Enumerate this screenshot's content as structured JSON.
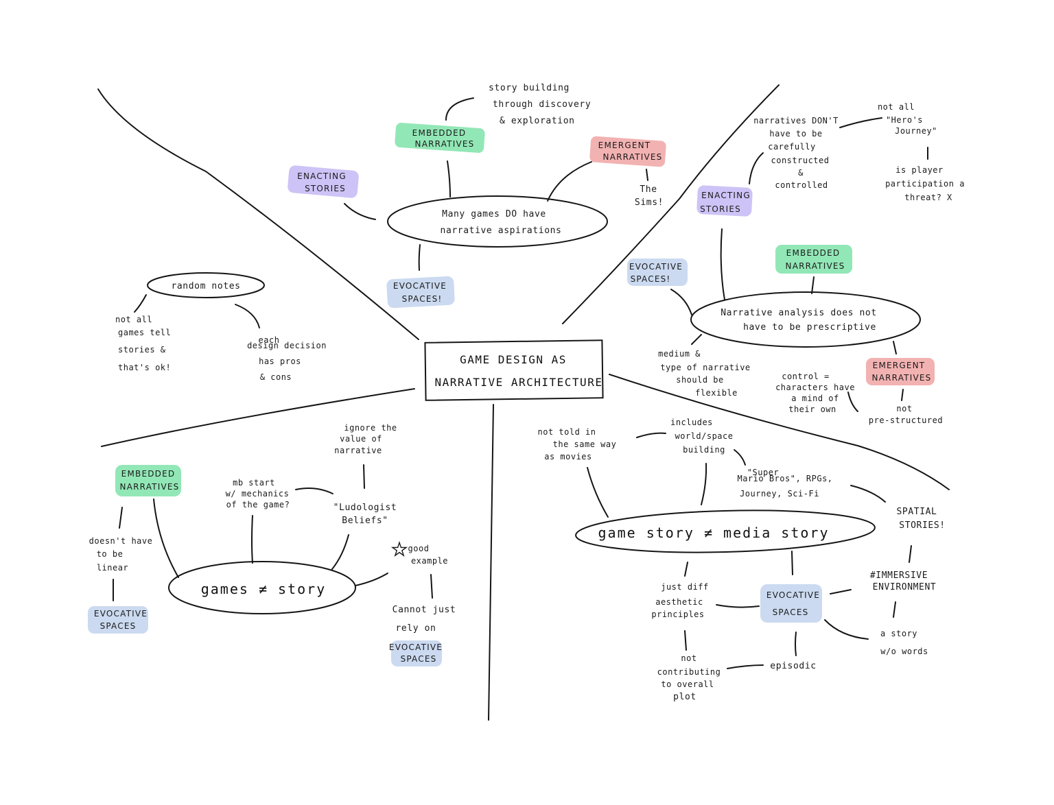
{
  "colors": {
    "ink": "#141414",
    "embedded": "#7fe3a9",
    "emergent": "#f0a4a4",
    "enacting": "#c6b8f5",
    "evocative": "#c5d6ee"
  },
  "center": {
    "line1": "GAME DESIGN AS",
    "line2": "NARRATIVE ARCHITECTURE"
  },
  "top": {
    "main_l1": "Many games DO have",
    "main_l2": "narrative aspirations",
    "story_building": [
      "story building",
      "through discovery",
      "& exploration"
    ],
    "embedded": [
      "EMBEDDED",
      "NARRATIVES"
    ],
    "emergent": [
      "EMERGENT",
      "NARRATIVES"
    ],
    "sims": [
      "The",
      "Sims!"
    ],
    "enacting": [
      "ENACTING",
      "STORIES"
    ],
    "evocative": [
      "EVOCATIVE",
      "SPACES!"
    ]
  },
  "left": {
    "random": "random notes",
    "notall": [
      "not all",
      "games tell",
      "stories &",
      "that's ok!"
    ],
    "each": [
      "each",
      "design decision",
      "has pros",
      "& cons"
    ]
  },
  "right": {
    "main_l1": "Narrative analysis does not",
    "main_l2": "have to be prescriptive",
    "dont": [
      "narratives DON'T",
      "have to be",
      "carefully",
      "constructed",
      "&",
      "controlled"
    ],
    "hero": [
      "not all",
      "\"Hero's",
      "Journey\""
    ],
    "threat": [
      "is player",
      "participation a",
      "threat? X"
    ],
    "enacting": [
      "ENACTING",
      "STORIES"
    ],
    "embedded": [
      "EMBEDDED",
      "NARRATIVES"
    ],
    "evocative": [
      "EVOCATIVE",
      "SPACES!"
    ],
    "medium": [
      "medium &",
      "type of narrative",
      "should be",
      "flexible"
    ],
    "emergent": [
      "EMERGENT",
      "NARRATIVES"
    ],
    "control": [
      "control =",
      "characters have",
      "a mind of",
      "their own"
    ],
    "notpre": [
      "not",
      "pre-structured"
    ]
  },
  "bottom_left": {
    "main": "games ≠ story",
    "ignore": [
      "ignore the",
      "value of",
      "narrative"
    ],
    "ludo": [
      "\"Ludologist",
      "Beliefs\""
    ],
    "mechanics": [
      "mb start",
      "w/ mechanics",
      "of the game?"
    ],
    "embedded": [
      "EMBEDDED",
      "NARRATIVES"
    ],
    "linear": [
      "doesn't have",
      "to be",
      "linear"
    ],
    "evocative": [
      "EVOCATIVE",
      "SPACES"
    ],
    "star": "★",
    "good": [
      "good",
      "example"
    ],
    "cant": [
      "Cannot just",
      "rely on"
    ],
    "evocative2": [
      "EVOCATIVE",
      "SPACES"
    ]
  },
  "bottom_right": {
    "main": "game story ≠ media story",
    "nottold": [
      "not told in",
      "the same way",
      "as movies"
    ],
    "includes": [
      "includes",
      "world/space",
      "building"
    ],
    "super": [
      "\"Super",
      "Mario Bros\", RPGs,",
      "Journey, Sci-Fi"
    ],
    "spatial": [
      "SPATIAL",
      "STORIES!"
    ],
    "immersive": [
      "#IMMERSIVE",
      "ENVIRONMENT"
    ],
    "astory": [
      "a story",
      "w/o words"
    ],
    "justdiff": [
      "just diff",
      "aesthetic",
      "principles"
    ],
    "evocative": [
      "EVOCATIVE",
      "SPACES"
    ],
    "notcontrib": [
      "not",
      "contributing",
      "to overall",
      "plot"
    ],
    "episodic": "episodic"
  }
}
